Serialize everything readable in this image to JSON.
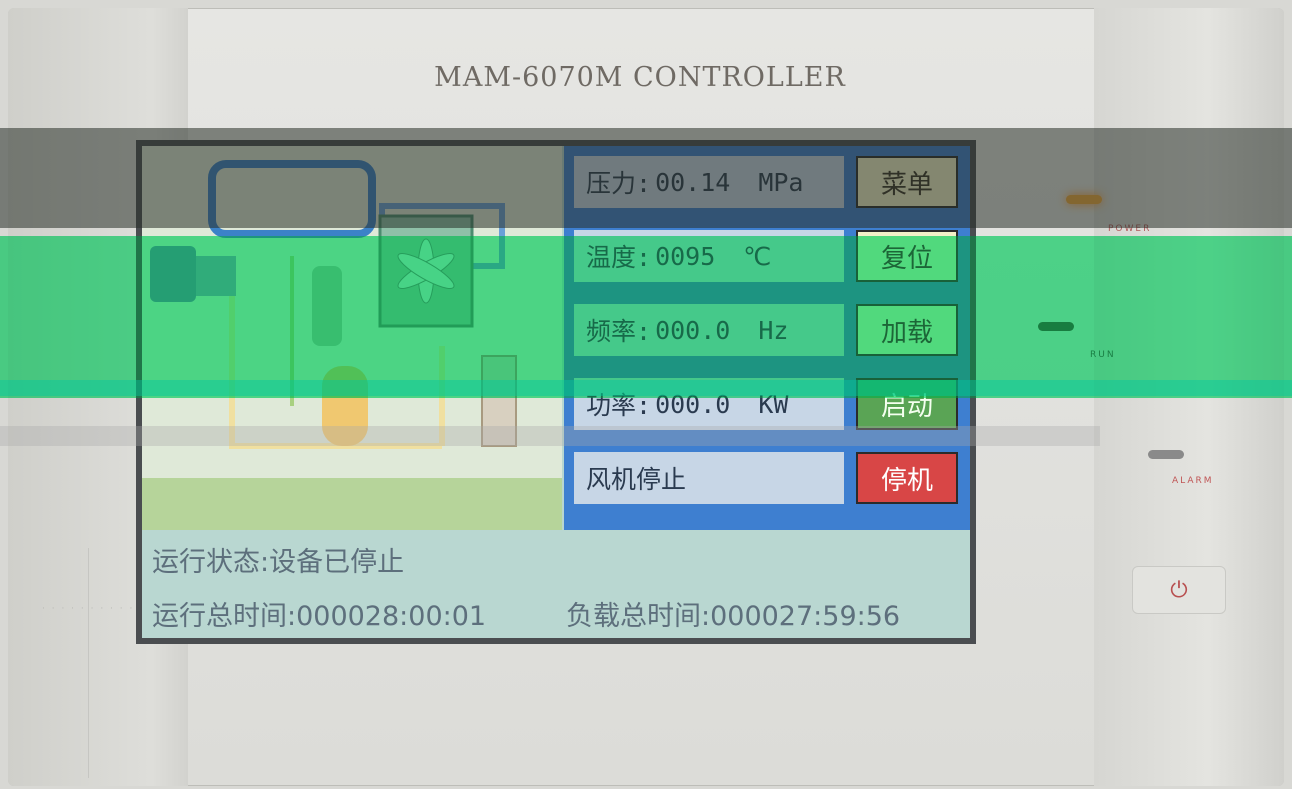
{
  "device": {
    "title": "MAM-6070M CONTROLLER"
  },
  "readings": {
    "pressure": {
      "label": "压力:",
      "value": "00.14",
      "unit": "MPa"
    },
    "temperature": {
      "label": "温度:",
      "value": "0095",
      "unit": "℃"
    },
    "frequency": {
      "label": "频率:",
      "value": "000.0",
      "unit": "Hz"
    },
    "power": {
      "label": "功率:",
      "value": "000.0",
      "unit": "KW"
    },
    "fan_status": "风机停止"
  },
  "buttons": {
    "menu": "菜单",
    "reset": "复位",
    "load": "加载",
    "start": "启动",
    "stop": "停机"
  },
  "status": {
    "run_state": "运行状态:设备已停止",
    "run_total_time": "运行总时间:000028:00:01",
    "load_total_time": "负载总时间:000027:59:56"
  },
  "indicators": {
    "power_label": "POWER",
    "run_label": "RUN",
    "alarm_label": "ALARM",
    "power_led_color": "#f2a93b",
    "run_led_color": "#2b5a3a",
    "alarm_led_color": "#8a8a8a"
  },
  "icons": {
    "power_button": "power-icon"
  }
}
